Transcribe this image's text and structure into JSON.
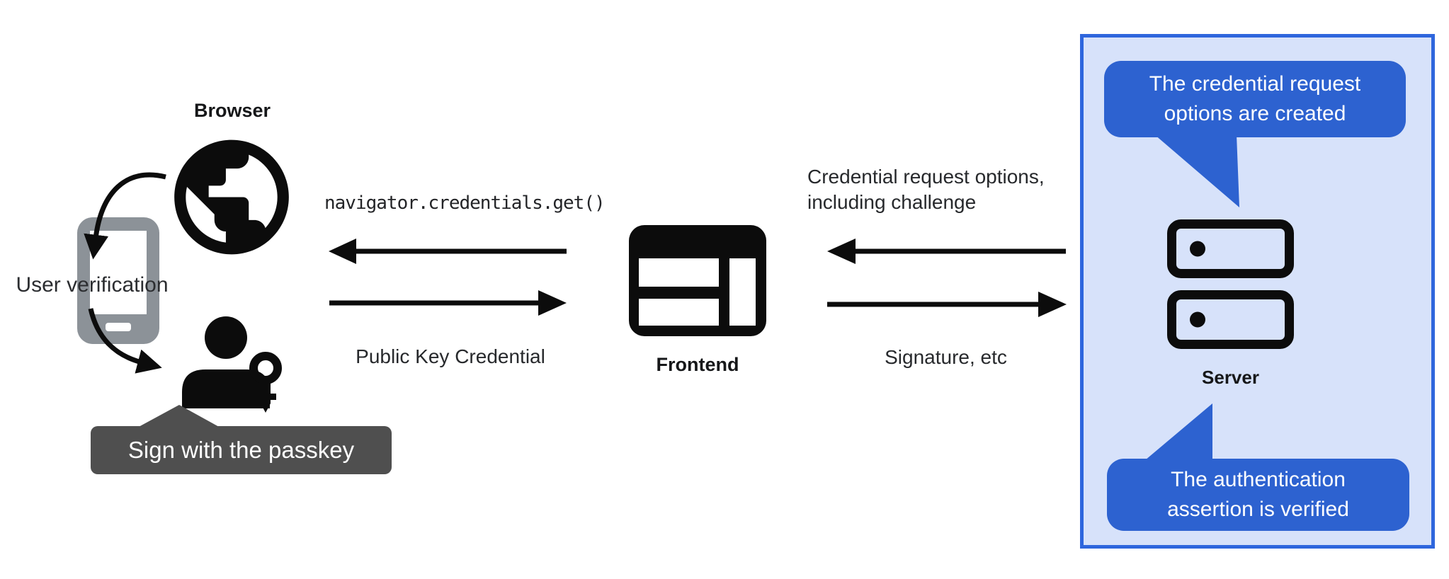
{
  "colors": {
    "bubble_blue": "#2d62d0",
    "panel_border_blue": "#2e66dd",
    "panel_fill_blue": "#d7e2fa",
    "tooltip_gray": "#4f4f4f",
    "phone_gray": "#8c9298",
    "icon_black": "#0c0c0c",
    "text_dark": "#232427",
    "text_white": "#ffffff"
  },
  "left_group": {
    "browser_label": "Browser",
    "user_verification_label": "User verification",
    "passkey_tooltip_label": "Sign with the passkey"
  },
  "flow_left": {
    "code_label": "navigator.credentials.get()",
    "public_key_credential_label": "Public Key Credential"
  },
  "frontend_group": {
    "frontend_label": "Frontend"
  },
  "flow_right": {
    "credential_request_line1": "Credential request options,",
    "credential_request_line2": "including challenge",
    "signature_label": "Signature, etc"
  },
  "server_group": {
    "server_label": "Server",
    "bubble_top_line1": "The credential request",
    "bubble_top_line2": "options are created",
    "bubble_bottom_line1": "The authentication",
    "bubble_bottom_line2": "assertion is verified"
  }
}
